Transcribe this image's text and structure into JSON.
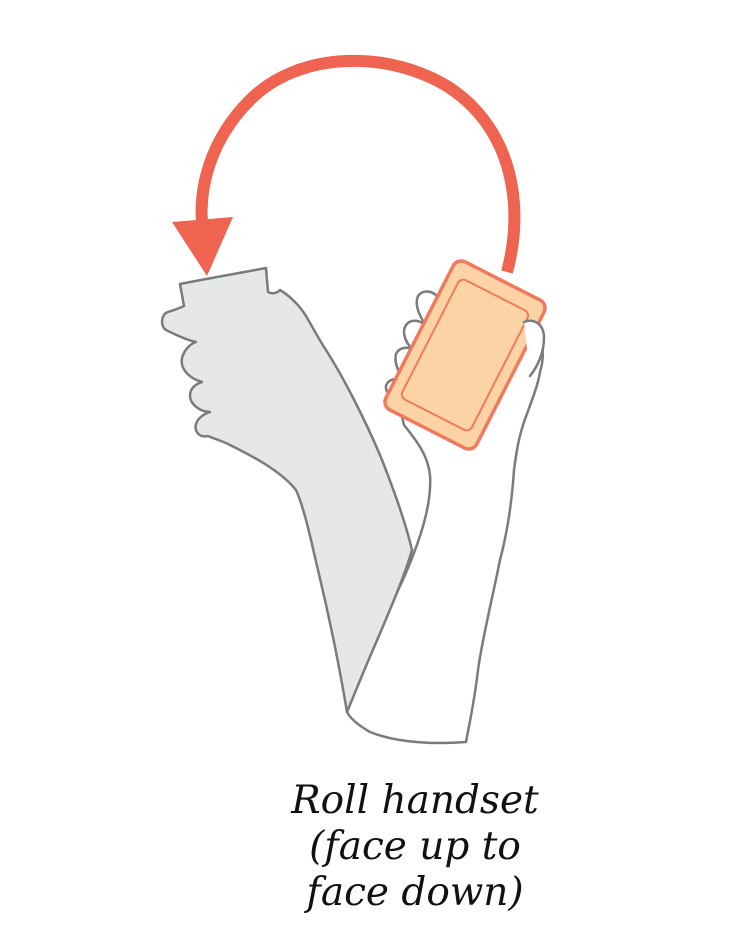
{
  "caption": {
    "line1": "Roll handset",
    "line2": "(face up to",
    "line3": "face down)"
  },
  "colors": {
    "arrow": "#EE6450",
    "phone_border": "#F07A5E",
    "phone_body": "#FCD3A4",
    "palm_down_hand_fill": "#E6E7E8",
    "palm_up_hand_fill": "#FFFFFF",
    "outline": "#7B7B7B"
  },
  "icons": {
    "rotation": "curved-arrow-icon",
    "device": "handset-icon"
  }
}
